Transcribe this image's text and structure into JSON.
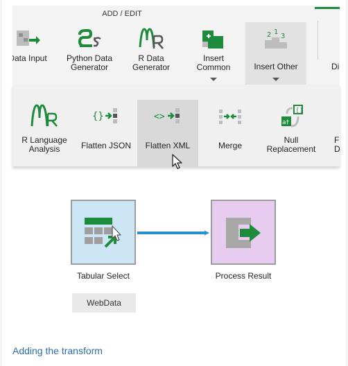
{
  "ribbon": {
    "group_title": "ADD / EDIT",
    "buttons": [
      {
        "label": "Data Input",
        "icon": "data-input-icon"
      },
      {
        "label": "Python Data\nGenerator",
        "icon": "python-icon"
      },
      {
        "label": "R Data\nGenerator",
        "icon": "r-icon"
      },
      {
        "label": "Insert\nCommon",
        "icon": "insert-common-icon"
      },
      {
        "label": "Insert Other",
        "icon": "podium-icon"
      },
      {
        "label": "Di",
        "icon": ""
      }
    ]
  },
  "panel": {
    "items": [
      {
        "label": "R Language\nAnalysis",
        "icon": "r-icon"
      },
      {
        "label": "Flatten JSON",
        "icon": "flatten-json-icon"
      },
      {
        "label": "Flatten XML",
        "icon": "flatten-xml-icon"
      },
      {
        "label": "Merge",
        "icon": "merge-icon"
      },
      {
        "label": "Null\nReplacement",
        "icon": "null-replacement-icon"
      },
      {
        "label": "F\nD",
        "icon": ""
      }
    ]
  },
  "flow": {
    "source": {
      "label": "Tabular Select",
      "tag": "WebData"
    },
    "target": {
      "label": "Process Result"
    }
  },
  "caption": "Adding the transform",
  "colors": {
    "green": "#1e8a3c",
    "link": "#2c6fa8",
    "connector": "#2a8fd0",
    "source_bg": "#cde6f5",
    "target_bg": "#e8ccef"
  }
}
